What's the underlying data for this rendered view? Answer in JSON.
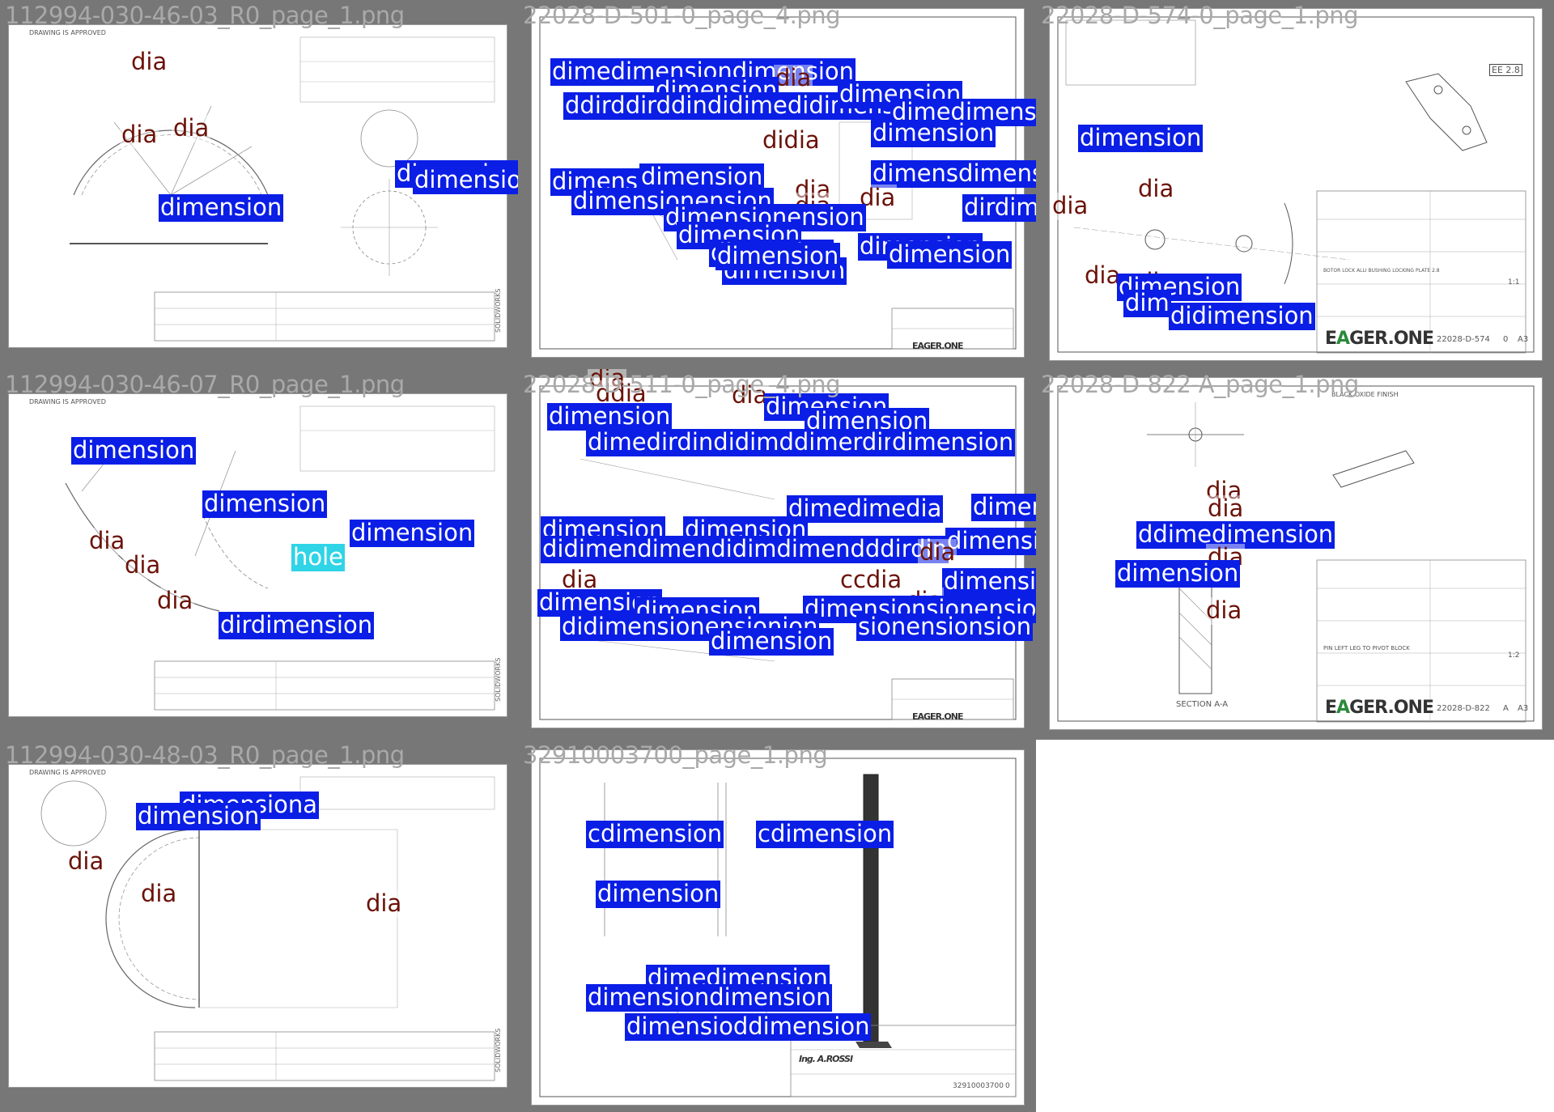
{
  "tiles": [
    {
      "title": "112994-030-46-03_R0_page_1.png",
      "notes": [
        "DRAWING IS APPROVED"
      ],
      "boxes": [
        {
          "label": "dia",
          "kind": "dia"
        },
        {
          "label": "dia",
          "kind": "dia"
        },
        {
          "label": "dia",
          "kind": "dia"
        },
        {
          "label": "dimension",
          "kind": "dimension"
        },
        {
          "label": "dimension",
          "kind": "dimension"
        },
        {
          "label": "dimension",
          "kind": "dimension"
        }
      ]
    },
    {
      "title": "22028-D-501-0_page_4.png",
      "notes": [],
      "boxes": [
        {
          "label": "dimedimensiondimension",
          "kind": "dimension"
        },
        {
          "label": "dia",
          "kind": "dia"
        },
        {
          "label": "dimension",
          "kind": "dimension"
        },
        {
          "label": "ddirddirddindidimedidimension",
          "kind": "dimension"
        },
        {
          "label": "dimension",
          "kind": "dimension"
        },
        {
          "label": "dimedimension",
          "kind": "dimension"
        },
        {
          "label": "dimension",
          "kind": "dimension"
        },
        {
          "label": "didia",
          "kind": "dia"
        },
        {
          "label": "dimension",
          "kind": "dimension"
        },
        {
          "label": "dimension",
          "kind": "dimension"
        },
        {
          "label": "dimensdimension",
          "kind": "dimension"
        },
        {
          "label": "dimensionension",
          "kind": "dimension"
        },
        {
          "label": "dia",
          "kind": "dia"
        },
        {
          "label": "dia",
          "kind": "dia"
        },
        {
          "label": "dia",
          "kind": "dia"
        },
        {
          "label": "dirdimensdia",
          "kind": "dimension"
        },
        {
          "label": "dimensionension",
          "kind": "dimension"
        },
        {
          "label": "dimension",
          "kind": "dimension"
        },
        {
          "label": "dimension",
          "kind": "dimension"
        },
        {
          "label": "dimension",
          "kind": "dimension"
        },
        {
          "label": "dimension",
          "kind": "dimension"
        },
        {
          "label": "dimension",
          "kind": "dimension"
        },
        {
          "label": "dimension",
          "kind": "dimension"
        }
      ]
    },
    {
      "title": "22028-D-574-0_page_1.png",
      "notes": [
        "EE 2.8",
        "BOTOR LOCK ALLI BUSHING LOCKING PLATE 2.8"
      ],
      "logo": {
        "main": "E",
        "accent": "A",
        "rest": "GER.ONE"
      },
      "part_no": "22028-D-574",
      "rev": "0",
      "size": "A3",
      "scale": "1:1",
      "boxes": [
        {
          "label": "dimension",
          "kind": "dimension"
        },
        {
          "label": "dia",
          "kind": "dia"
        },
        {
          "label": "dia",
          "kind": "dia"
        },
        {
          "label": "dia",
          "kind": "dia"
        },
        {
          "label": "dia",
          "kind": "dia"
        },
        {
          "label": "dimension",
          "kind": "dimension"
        },
        {
          "label": "dim",
          "kind": "dimension"
        },
        {
          "label": "didimension",
          "kind": "dimension"
        }
      ]
    },
    {
      "title": "112994-030-46-07_R0_page_1.png",
      "notes": [
        "DRAWING IS APPROVED"
      ],
      "boxes": [
        {
          "label": "dimension",
          "kind": "dimension"
        },
        {
          "label": "dimension",
          "kind": "dimension"
        },
        {
          "label": "dimension",
          "kind": "dimension"
        },
        {
          "label": "dia",
          "kind": "dia"
        },
        {
          "label": "dia",
          "kind": "dia"
        },
        {
          "label": "hole",
          "kind": "hole"
        },
        {
          "label": "dia",
          "kind": "dia"
        },
        {
          "label": "dirdimension",
          "kind": "dimension"
        }
      ]
    },
    {
      "title": "22028-D-511-0_page_4.png",
      "notes": [],
      "boxes": [
        {
          "label": "dia",
          "kind": "dia"
        },
        {
          "label": "ddia",
          "kind": "dia"
        },
        {
          "label": "dimension",
          "kind": "dimension"
        },
        {
          "label": "dia",
          "kind": "dia"
        },
        {
          "label": "dimension",
          "kind": "dimension"
        },
        {
          "label": "dimension",
          "kind": "dimension"
        },
        {
          "label": "dimedirdindidimddimerdimension",
          "kind": "dimension"
        },
        {
          "label": "dimension",
          "kind": "dimension"
        },
        {
          "label": "dimedimedia",
          "kind": "dimension"
        },
        {
          "label": "dimension",
          "kind": "dimension"
        },
        {
          "label": "dimension",
          "kind": "dimension"
        },
        {
          "label": "dimension",
          "kind": "dimension"
        },
        {
          "label": "didimendimendidimdimendddirdin",
          "kind": "dimension"
        },
        {
          "label": "dimension",
          "kind": "dimension"
        },
        {
          "label": "dia",
          "kind": "dia"
        },
        {
          "label": "dia",
          "kind": "dia"
        },
        {
          "label": "ccdia",
          "kind": "dia"
        },
        {
          "label": "dimension",
          "kind": "dimension"
        },
        {
          "label": "dimension",
          "kind": "dimension"
        },
        {
          "label": "dia",
          "kind": "dia"
        },
        {
          "label": "dimension",
          "kind": "dimension"
        },
        {
          "label": "dimensionsionension",
          "kind": "dimension"
        },
        {
          "label": "didimensionensionion",
          "kind": "dimension"
        },
        {
          "label": "sionensionsion",
          "kind": "dimension"
        },
        {
          "label": "dimension",
          "kind": "dimension"
        }
      ]
    },
    {
      "title": "22028-D-822-A_page_1.png",
      "notes": [
        "BLACK OXIDE FINISH",
        "SECTION A-A",
        "PIN LEFT LEG TO PIVOT BLOCK"
      ],
      "logo": {
        "main": "E",
        "accent": "A",
        "rest": "GER.ONE"
      },
      "part_no": "22028-D-822",
      "rev": "A",
      "size": "A3",
      "scale": "1:2",
      "boxes": [
        {
          "label": "dia",
          "kind": "dia"
        },
        {
          "label": "dia",
          "kind": "dia"
        },
        {
          "label": "ddimedimension",
          "kind": "dimension"
        },
        {
          "label": "dia",
          "kind": "dia"
        },
        {
          "label": "dimension",
          "kind": "dimension"
        },
        {
          "label": "dia",
          "kind": "dia"
        }
      ]
    },
    {
      "title": "112994-030-48-03_R0_page_1.png",
      "notes": [
        "DRAWING IS APPROVED"
      ],
      "boxes": [
        {
          "label": "dimension",
          "kind": "dimension"
        },
        {
          "label": "dimensiona",
          "kind": "dimension"
        },
        {
          "label": "dia",
          "kind": "dia"
        },
        {
          "label": "dia",
          "kind": "dia"
        },
        {
          "label": "dia",
          "kind": "dia"
        }
      ]
    },
    {
      "title": "32910003700_page_1.png",
      "notes": [
        "32910003700",
        "0"
      ],
      "logo_text": "Ing. A.ROSSI",
      "boxes": [
        {
          "label": "cdimension",
          "kind": "dimension"
        },
        {
          "label": "cdimension",
          "kind": "dimension"
        },
        {
          "label": "dimension",
          "kind": "dimension"
        },
        {
          "label": "dimedimension",
          "kind": "dimension"
        },
        {
          "label": "dimensiondimension",
          "kind": "dimension"
        },
        {
          "label": "dimensioddimension",
          "kind": "dimension"
        }
      ]
    }
  ],
  "colors": {
    "dimension": "#0a1ee6",
    "dia": "#6b1208",
    "hole": "#2fd4e6",
    "tile_bg": "#777777",
    "title_text": "#a9a9a9"
  }
}
